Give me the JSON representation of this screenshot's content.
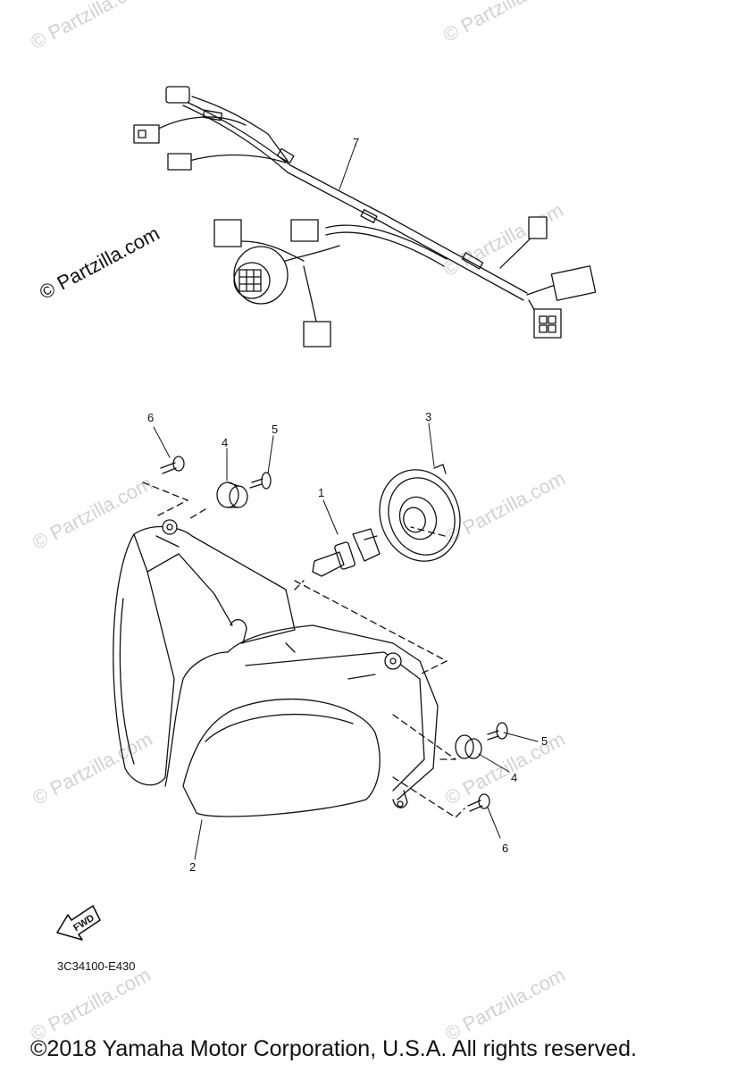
{
  "watermark_text": "© Partzilla.com",
  "logo_text": "© Partzilla.com",
  "callouts": [
    "1",
    "2",
    "3",
    "4",
    "5",
    "6",
    "7",
    "4",
    "5",
    "6"
  ],
  "fwd_label": "FWD",
  "diagram_code": "3C34100-E430",
  "copyright": "©2018 Yamaha Motor Corporation, U.S.A. All rights reserved."
}
